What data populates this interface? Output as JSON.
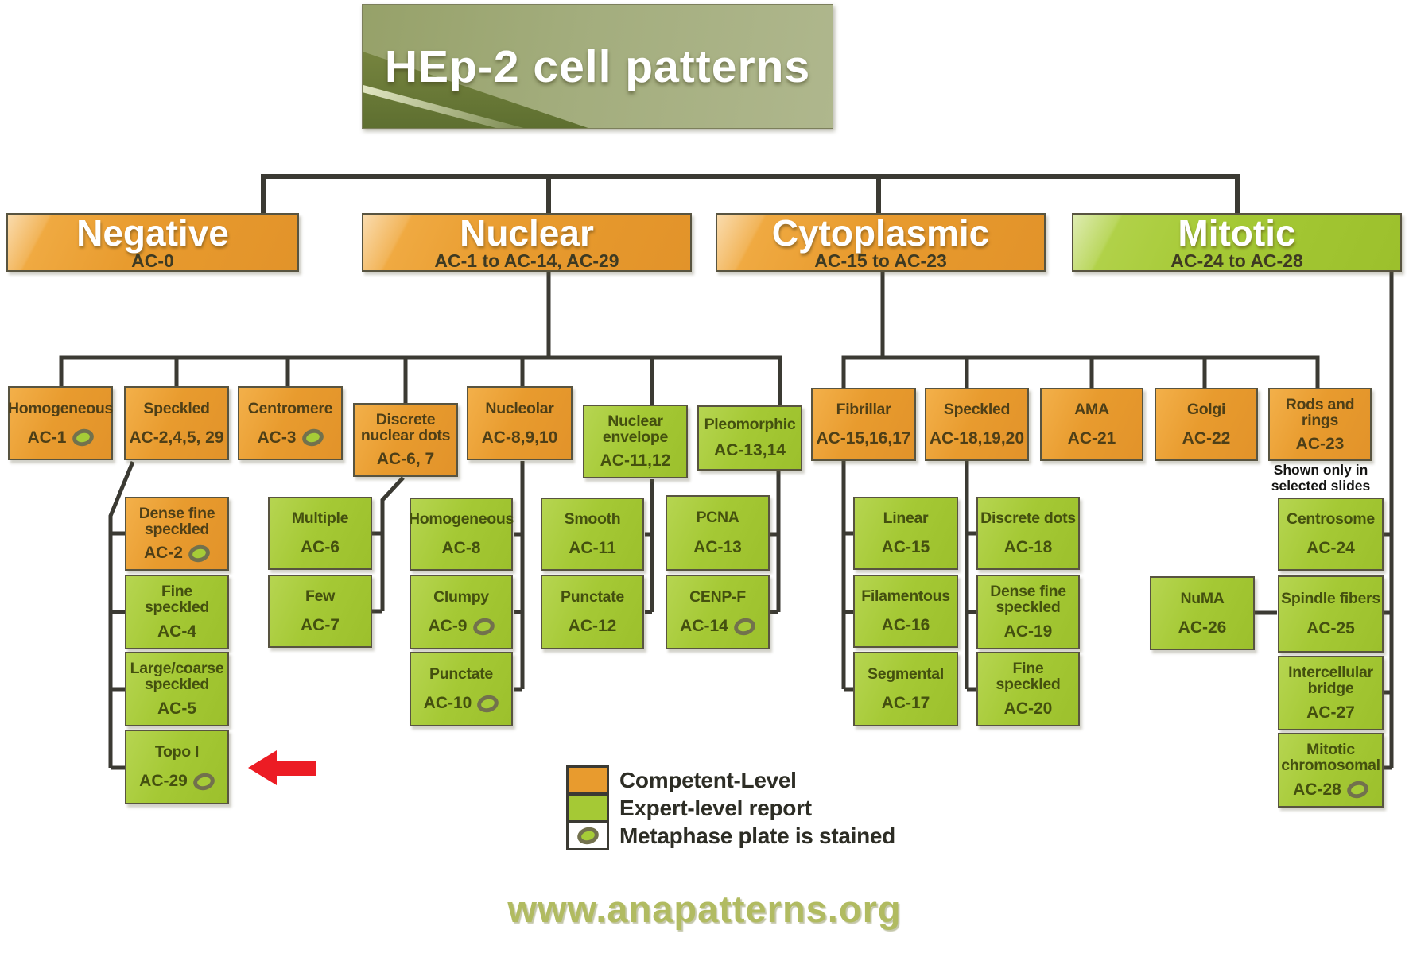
{
  "title": "HEp-2 cell patterns",
  "footer": "www.anapatterns.org",
  "note_rods_rings": "Shown only in selected slides",
  "colors": {
    "competent_orange": "#E89B2E",
    "expert_green": "#A5C935",
    "connector": "#3B3A33",
    "arrow_red": "#EC1C24",
    "title_olive": "#9AA56E",
    "footer_olive": "#B1BB61"
  },
  "legend": {
    "competent_label": "Competent-Level",
    "expert_label": "Expert-level report",
    "metaphase_label": "Metaphase plate is stained"
  },
  "nodes": {
    "negative": {
      "label": "Negative",
      "sub": "AC-0"
    },
    "nuclear": {
      "label": "Nuclear",
      "sub": "AC-1 to AC-14, AC-29"
    },
    "cytoplasmic": {
      "label": "Cytoplasmic",
      "sub": "AC-15 to AC-23"
    },
    "mitotic": {
      "label": "Mitotic",
      "sub": "AC-24 to AC-28"
    },
    "homogeneous1": {
      "label": "Homogeneous",
      "sub": "AC-1"
    },
    "speckled_n": {
      "label": "Speckled",
      "sub": "AC-2,4,5, 29"
    },
    "centromere": {
      "label": "Centromere",
      "sub": "AC-3"
    },
    "discrete_nuclear_dots": {
      "label": "Discrete nuclear dots",
      "sub": "AC-6, 7"
    },
    "nucleolar": {
      "label": "Nucleolar",
      "sub": "AC-8,9,10"
    },
    "nuclear_envelope": {
      "label": "Nuclear envelope",
      "sub": "AC-11,12"
    },
    "pleomorphic": {
      "label": "Pleomorphic",
      "sub": "AC-13,14"
    },
    "dense_fine_speckled": {
      "label": "Dense fine speckled",
      "sub": "AC-2"
    },
    "fine_speckled": {
      "label": "Fine speckled",
      "sub": "AC-4"
    },
    "large_coarse_speckled": {
      "label": "Large/coarse speckled",
      "sub": "AC-5"
    },
    "topo1": {
      "label": "Topo I",
      "sub": "AC-29"
    },
    "multiple": {
      "label": "Multiple",
      "sub": "AC-6"
    },
    "few": {
      "label": "Few",
      "sub": "AC-7"
    },
    "homogeneous8": {
      "label": "Homogeneous",
      "sub": "AC-8"
    },
    "clumpy": {
      "label": "Clumpy",
      "sub": "AC-9"
    },
    "punctate10": {
      "label": "Punctate",
      "sub": "AC-10"
    },
    "smooth": {
      "label": "Smooth",
      "sub": "AC-11"
    },
    "punctate12": {
      "label": "Punctate",
      "sub": "AC-12"
    },
    "pcna": {
      "label": "PCNA",
      "sub": "AC-13"
    },
    "cenpf": {
      "label": "CENP-F",
      "sub": "AC-14"
    },
    "fibrillar": {
      "label": "Fibrillar",
      "sub": "AC-15,16,17"
    },
    "speckled_c": {
      "label": "Speckled",
      "sub": "AC-18,19,20"
    },
    "ama": {
      "label": "AMA",
      "sub": "AC-21"
    },
    "golgi": {
      "label": "Golgi",
      "sub": "AC-22"
    },
    "rods_rings": {
      "label": "Rods and rings",
      "sub": "AC-23"
    },
    "linear": {
      "label": "Linear",
      "sub": "AC-15"
    },
    "filamentous": {
      "label": "Filamentous",
      "sub": "AC-16"
    },
    "segmental": {
      "label": "Segmental",
      "sub": "AC-17"
    },
    "discrete_dots": {
      "label": "Discrete dots",
      "sub": "AC-18"
    },
    "dense_fine_speckled19": {
      "label": "Dense fine speckled",
      "sub": "AC-19"
    },
    "fine_speckled20": {
      "label": "Fine speckled",
      "sub": "AC-20"
    },
    "centrosome": {
      "label": "Centrosome",
      "sub": "AC-24"
    },
    "spindle_fibers": {
      "label": "Spindle fibers",
      "sub": "AC-25"
    },
    "numa": {
      "label": "NuMA",
      "sub": "AC-26"
    },
    "intercellular_bridge": {
      "label": "Intercellular bridge",
      "sub": "AC-27"
    },
    "mitotic_chromosomal": {
      "label": "Mitotic chromosomal",
      "sub": "AC-28"
    }
  }
}
